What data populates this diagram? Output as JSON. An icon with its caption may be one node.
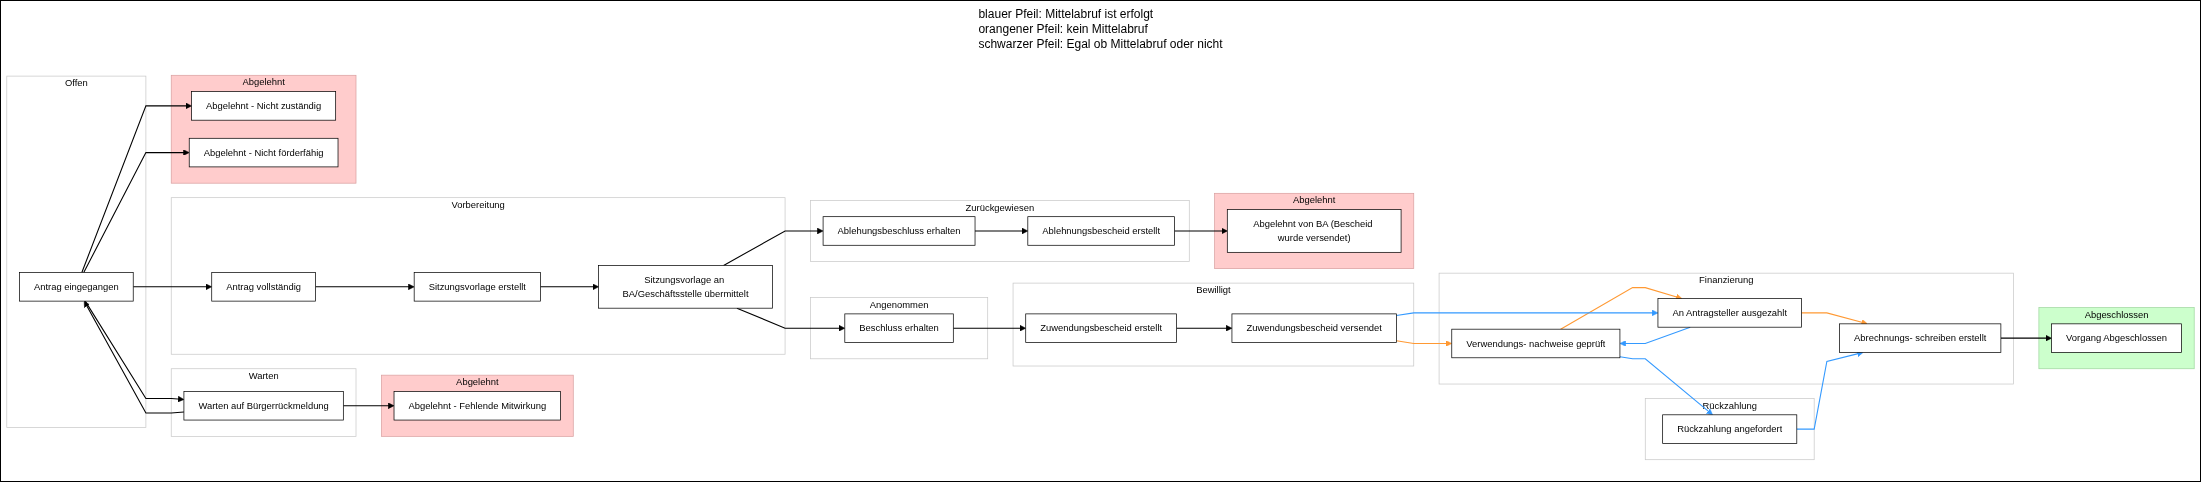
{
  "diagram": {
    "nodes": [
      {
        "text": [
          "Offen"
        ]
      },
      {
        "text": [
          "Antrag eingegangen"
        ],
        "in": 0
      },
      {
        "text": [
          "Warten"
        ]
      },
      {
        "text": [
          "Warten auf Bürgerrückmeldung"
        ],
        "in": 2
      },
      {
        "text": [
          "Abgelehnt"
        ]
      },
      {
        "text": [
          "Abgelehnt - Fehlende Mitwirkung"
        ],
        "in": 4
      },
      {
        "text": [
          "Vorbereitung"
        ]
      },
      {
        "text": [
          "Antrag vollständig"
        ],
        "in": 6
      },
      {
        "text": [
          "Sitzungsvorlage erstellt"
        ],
        "in": 6
      },
      {
        "text": [
          "Sitzungsvorlage an BA/Geschäftsstelle übermittelt"
        ],
        "in": 6
      },
      {
        "text": [
          "Abgelehnt"
        ]
      },
      {
        "text": [
          "Abgelehnt - Nicht zuständig"
        ],
        "in": 10
      },
      {
        "text": [
          "Abgelehnt - Nicht förderfähig"
        ],
        "in": 10
      },
      {
        "text": [
          "Angenommen"
        ]
      },
      {
        "text": [
          "Beschluss erhalten"
        ],
        "in": 13
      },
      {
        "text": [
          "Bewilligt"
        ]
      },
      {
        "text": [
          "Zuwendungsbescheid erstellt"
        ],
        "in": 15
      },
      {
        "text": [
          "Zuwendungsbescheid versendet"
        ],
        "in": 15
      },
      {
        "text": [
          "Zurückgewiesen"
        ]
      },
      {
        "text": [
          "Ablehungsbeschluss erhalten"
        ],
        "in": 18
      },
      {
        "text": [
          "Ablehnungsbescheid erstellt"
        ],
        "in": 18
      },
      {
        "text": [
          "Abgelehnt"
        ]
      },
      {
        "text": [
          "Abgelehnt von BA (Bescheid wurde versendet)"
        ],
        "in": 21
      },
      {
        "text": [
          "Finanzierung"
        ]
      },
      {
        "text": [
          "Verwendungs- nachweise geprüft"
        ],
        "in": 23
      },
      {
        "text": [
          "An Antragsteller ausgezahlt"
        ],
        "in": 23
      },
      {
        "text": [
          "Abrechnungs- schreiben erstellt"
        ],
        "in": 23
      },
      {
        "text": [
          "Rückzahlung"
        ]
      },
      {
        "text": [
          "Rückzahlung angefordert"
        ],
        "in": 27
      },
      {
        "text": [
          "Abgeschlossen"
        ]
      },
      {
        "text": [
          "Vorgang Abgeschlossen"
        ],
        "in": 29
      }
    ],
    "edges": [
      {
        "from": 1,
        "to": 3,
        "arrow": "to"
      },
      {
        "from": 3,
        "to": 1,
        "arrow": "to"
      },
      {
        "from": 3,
        "to": 5,
        "arrow": "to"
      },
      {
        "from": 1,
        "to": 7,
        "arrow": "to"
      },
      {
        "from": 1,
        "to": 11,
        "arrow": "to"
      },
      {
        "from": 1,
        "to": 12,
        "arrow": "to"
      },
      {
        "from": 7,
        "to": 8,
        "arrow": "to"
      },
      {
        "from": 8,
        "to": 9,
        "arrow": "to"
      },
      {
        "from": 9,
        "to": 14,
        "arrow": "to"
      },
      {
        "from": 9,
        "to": 19,
        "arrow": "to"
      },
      {
        "from": 14,
        "to": 16,
        "arrow": "to"
      },
      {
        "from": 16,
        "to": 17,
        "arrow": "to"
      },
      {
        "from": 19,
        "to": 20,
        "arrow": "to"
      },
      {
        "from": 20,
        "to": 22,
        "arrow": "to"
      },
      {
        "from": 17,
        "to": 24,
        "arrow": "to",
        "color": "#ff9933"
      },
      {
        "from": 24,
        "to": 25,
        "arrow": "to",
        "color": "#ff9933"
      },
      {
        "from": 25,
        "to": 26,
        "arrow": "to",
        "color": "#ff9933"
      },
      {
        "from": 17,
        "to": 25,
        "arrow": "to",
        "color": "#3399ff"
      },
      {
        "from": 24,
        "to": 28,
        "arrow": "to",
        "color": "#3399ff"
      },
      {
        "from": 25,
        "to": 24,
        "arrow": "to",
        "color": "#3399ff"
      },
      {
        "from": 28,
        "to": 26,
        "arrow": "to",
        "color": "#3399ff"
      },
      {
        "from": 26,
        "to": 30,
        "arrow": "to"
      }
    ],
    "labels": [
      "blauer Pfeil: Mittelabruf ist erfolgt",
      "orangener Pfeil: kein Mittelabruf",
      "schwarzer Pfeil: Egal ob Mittelabruf oder nicht"
    ]
  }
}
